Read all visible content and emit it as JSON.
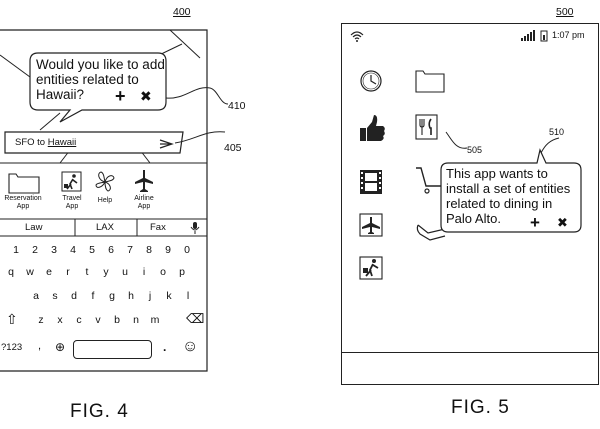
{
  "fig4": {
    "ref_number": "400",
    "caption": "FIG. 4",
    "bubble": {
      "line1": "Would you like to add",
      "line2": "entities related to",
      "line3": "Hawaii?",
      "plus": "+",
      "close": "✖"
    },
    "callouts": {
      "bubble": "410",
      "input": "405"
    },
    "input": {
      "prefix": "SFO to ",
      "underlined": "Hawaii"
    },
    "apps": [
      {
        "label_1": "Reservation",
        "label_2": "App",
        "icon": "folder-icon"
      },
      {
        "label_1": "Travel",
        "label_2": "App",
        "icon": "traveler-icon"
      },
      {
        "label_1": "Help",
        "label_2": "",
        "icon": "pinwheel-icon"
      },
      {
        "label_1": "Airline",
        "label_2": "App",
        "icon": "airplane-icon"
      }
    ],
    "suggestions": [
      "Law",
      "LAX",
      "Fax"
    ],
    "mic_icon": "microphone-icon",
    "keyboard": {
      "numbers": [
        "1",
        "2",
        "3",
        "4",
        "5",
        "6",
        "7",
        "8",
        "9",
        "0"
      ],
      "row1": [
        "q",
        "w",
        "e",
        "r",
        "t",
        "y",
        "u",
        "i",
        "o",
        "p"
      ],
      "row2": [
        "a",
        "s",
        "d",
        "f",
        "g",
        "h",
        "j",
        "k",
        "l"
      ],
      "row3": [
        "z",
        "x",
        "c",
        "v",
        "b",
        "n",
        "m"
      ],
      "shift": "⇧",
      "backspace": "⌫",
      "sym_key": "?123",
      "comma": ",",
      "globe": "⊕",
      "period": ".",
      "emoji": "☺"
    }
  },
  "fig5": {
    "ref_number": "500",
    "caption": "FIG. 5",
    "status": {
      "time": "1:07 pm",
      "wifi_icon": "wifi-icon",
      "signal_icon": "signal-icon",
      "battery_icon": "battery-icon"
    },
    "apps": [
      {
        "icon": "clock-icon"
      },
      {
        "icon": "folder-icon"
      },
      {
        "icon": "thumbs-up-icon"
      },
      {
        "icon": "dining-icon"
      },
      {
        "icon": "film-icon"
      },
      {
        "icon": "cart-icon"
      },
      {
        "icon": "airplane-icon"
      },
      {
        "icon": "map-icon"
      },
      {
        "icon": "traveler-icon"
      }
    ],
    "callouts": {
      "app_icon": "505",
      "bubble": "510"
    },
    "bubble": {
      "line1": "This app wants to",
      "line2": "install a set of entities",
      "line3": "related to dining in",
      "line4": "Palo Alto.",
      "plus": "+",
      "close": "✖"
    }
  }
}
